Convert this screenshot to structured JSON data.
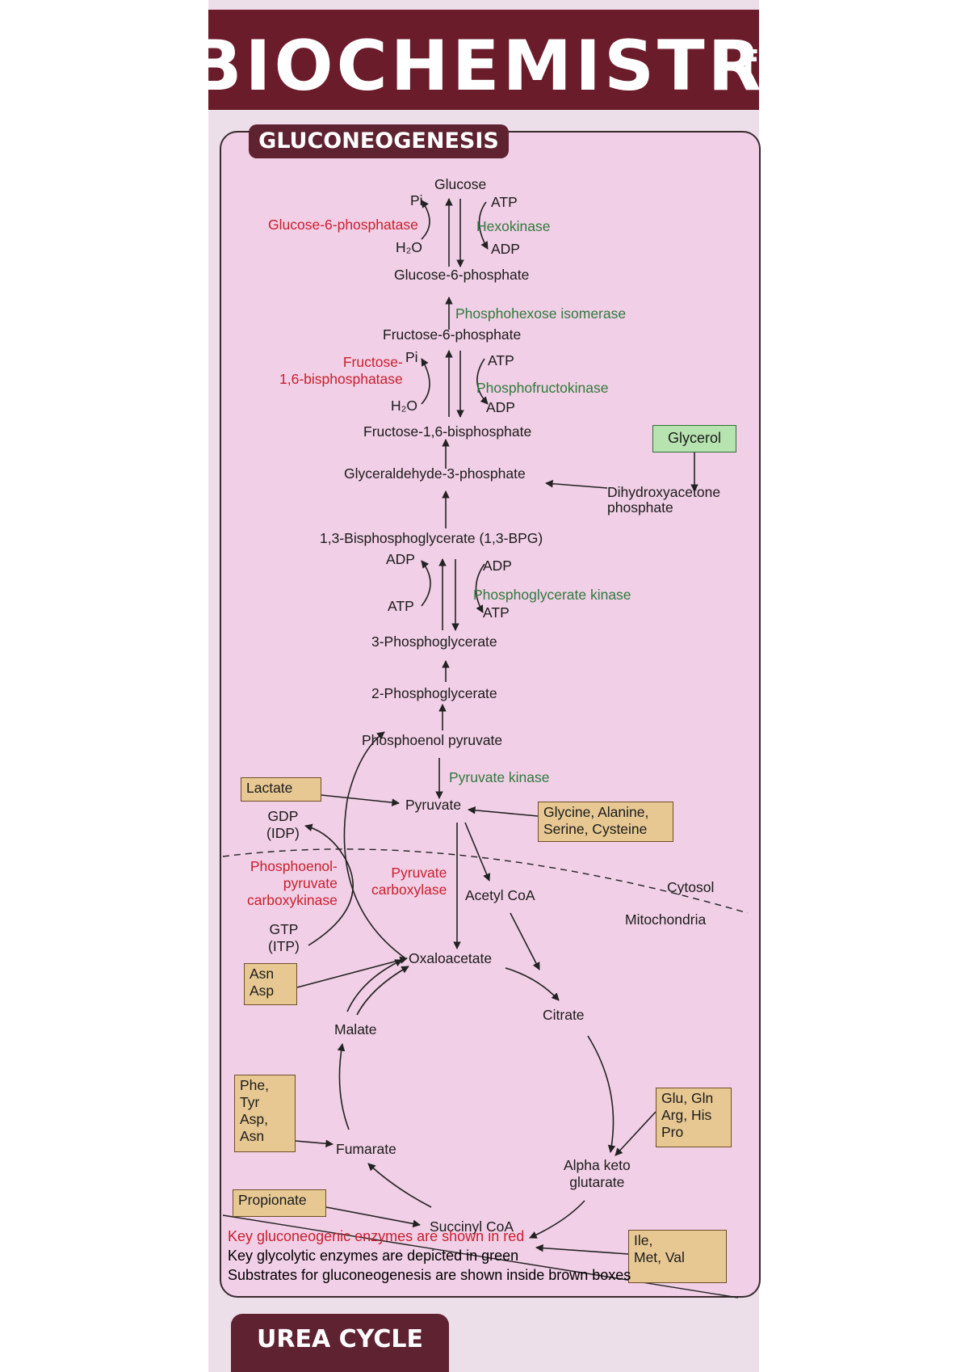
{
  "banner": {
    "title": "BIOCHEMISTRY",
    "title_cut": "f"
  },
  "section": {
    "title": "GLUCONEOGENESIS",
    "next_title": "UREA CYCLE"
  },
  "metabolites": {
    "glucose": "Glucose",
    "g6p": "Glucose-6-phosphate",
    "f6p": "Fructose-6-phosphate",
    "f16bp": "Fructose-1,6-bisphosphate",
    "g3p": "Glyceraldehyde-3-phosphate",
    "dhap": "Dihydroxyacetone\nphosphate",
    "bpg": "1,3-Bisphosphoglycerate (1,3-BPG)",
    "pg3": "3-Phosphoglycerate",
    "pg2": "2-Phosphoglycerate",
    "pep": "Phosphoenol pyruvate",
    "pyruvate": "Pyruvate",
    "acetylcoa": "Acetyl CoA",
    "oaa": "Oxaloacetate",
    "citrate": "Citrate",
    "malate": "Malate",
    "fumarate": "Fumarate",
    "akg": "Alpha keto\nglutarate",
    "succoa": "Succinyl CoA"
  },
  "cofactors": {
    "pi_1": "Pi",
    "h2o_1": "H₂O",
    "atp_1": "ATP",
    "adp_1": "ADP",
    "pi_2": "Pi",
    "h2o_2": "H₂O",
    "atp_2": "ATP",
    "adp_2": "ADP",
    "adp_3l": "ADP",
    "atp_3l": "ATP",
    "adp_3r": "ADP",
    "atp_3r": "ATP",
    "gdp": "GDP\n(IDP)",
    "gtp": "GTP\n(ITP)"
  },
  "enzymes_red": {
    "g6pase": "Glucose-6-phosphatase",
    "fbpase": "Fructose-\n1,6-bisphosphatase",
    "pepck": "Phosphoenol-\npyruvate\ncarboxykinase",
    "pc": "Pyruvate\ncarboxylase"
  },
  "enzymes_green": {
    "hexokinase": "Hexokinase",
    "phi": "Phosphohexose isomerase",
    "pfk": "Phosphofructokinase",
    "pgk": "Phosphoglycerate kinase",
    "pk": "Pyruvate kinase"
  },
  "substrates": {
    "glycerol": "Glycerol",
    "lactate": "Lactate",
    "gasc": "Glycine, Alanine,\nSerine, Cysteine",
    "asn_asp": "Asn\nAsp",
    "phe": "Phe,\nTyr\nAsp,\nAsn",
    "glu": "Glu, Gln\nArg, His\nPro",
    "propionate": "Propionate",
    "ile": "Ile,\nMet, Val"
  },
  "compartments": {
    "cytosol": "Cytosol",
    "mito": "Mitochondria"
  },
  "legend": {
    "red": "Key gluconeogenic enzymes are shown in red",
    "green": "Key glycolytic enzymes are depicted in green",
    "brown": "Substrates for gluconeogenesis are shown inside brown boxes"
  },
  "colors": {
    "banner": "#6b1c2b",
    "panel": "#f1cfe6",
    "red": "#c8202e",
    "green": "#2f7a3c",
    "brown_box": "#e7c893",
    "green_box": "#b7e3b0"
  }
}
